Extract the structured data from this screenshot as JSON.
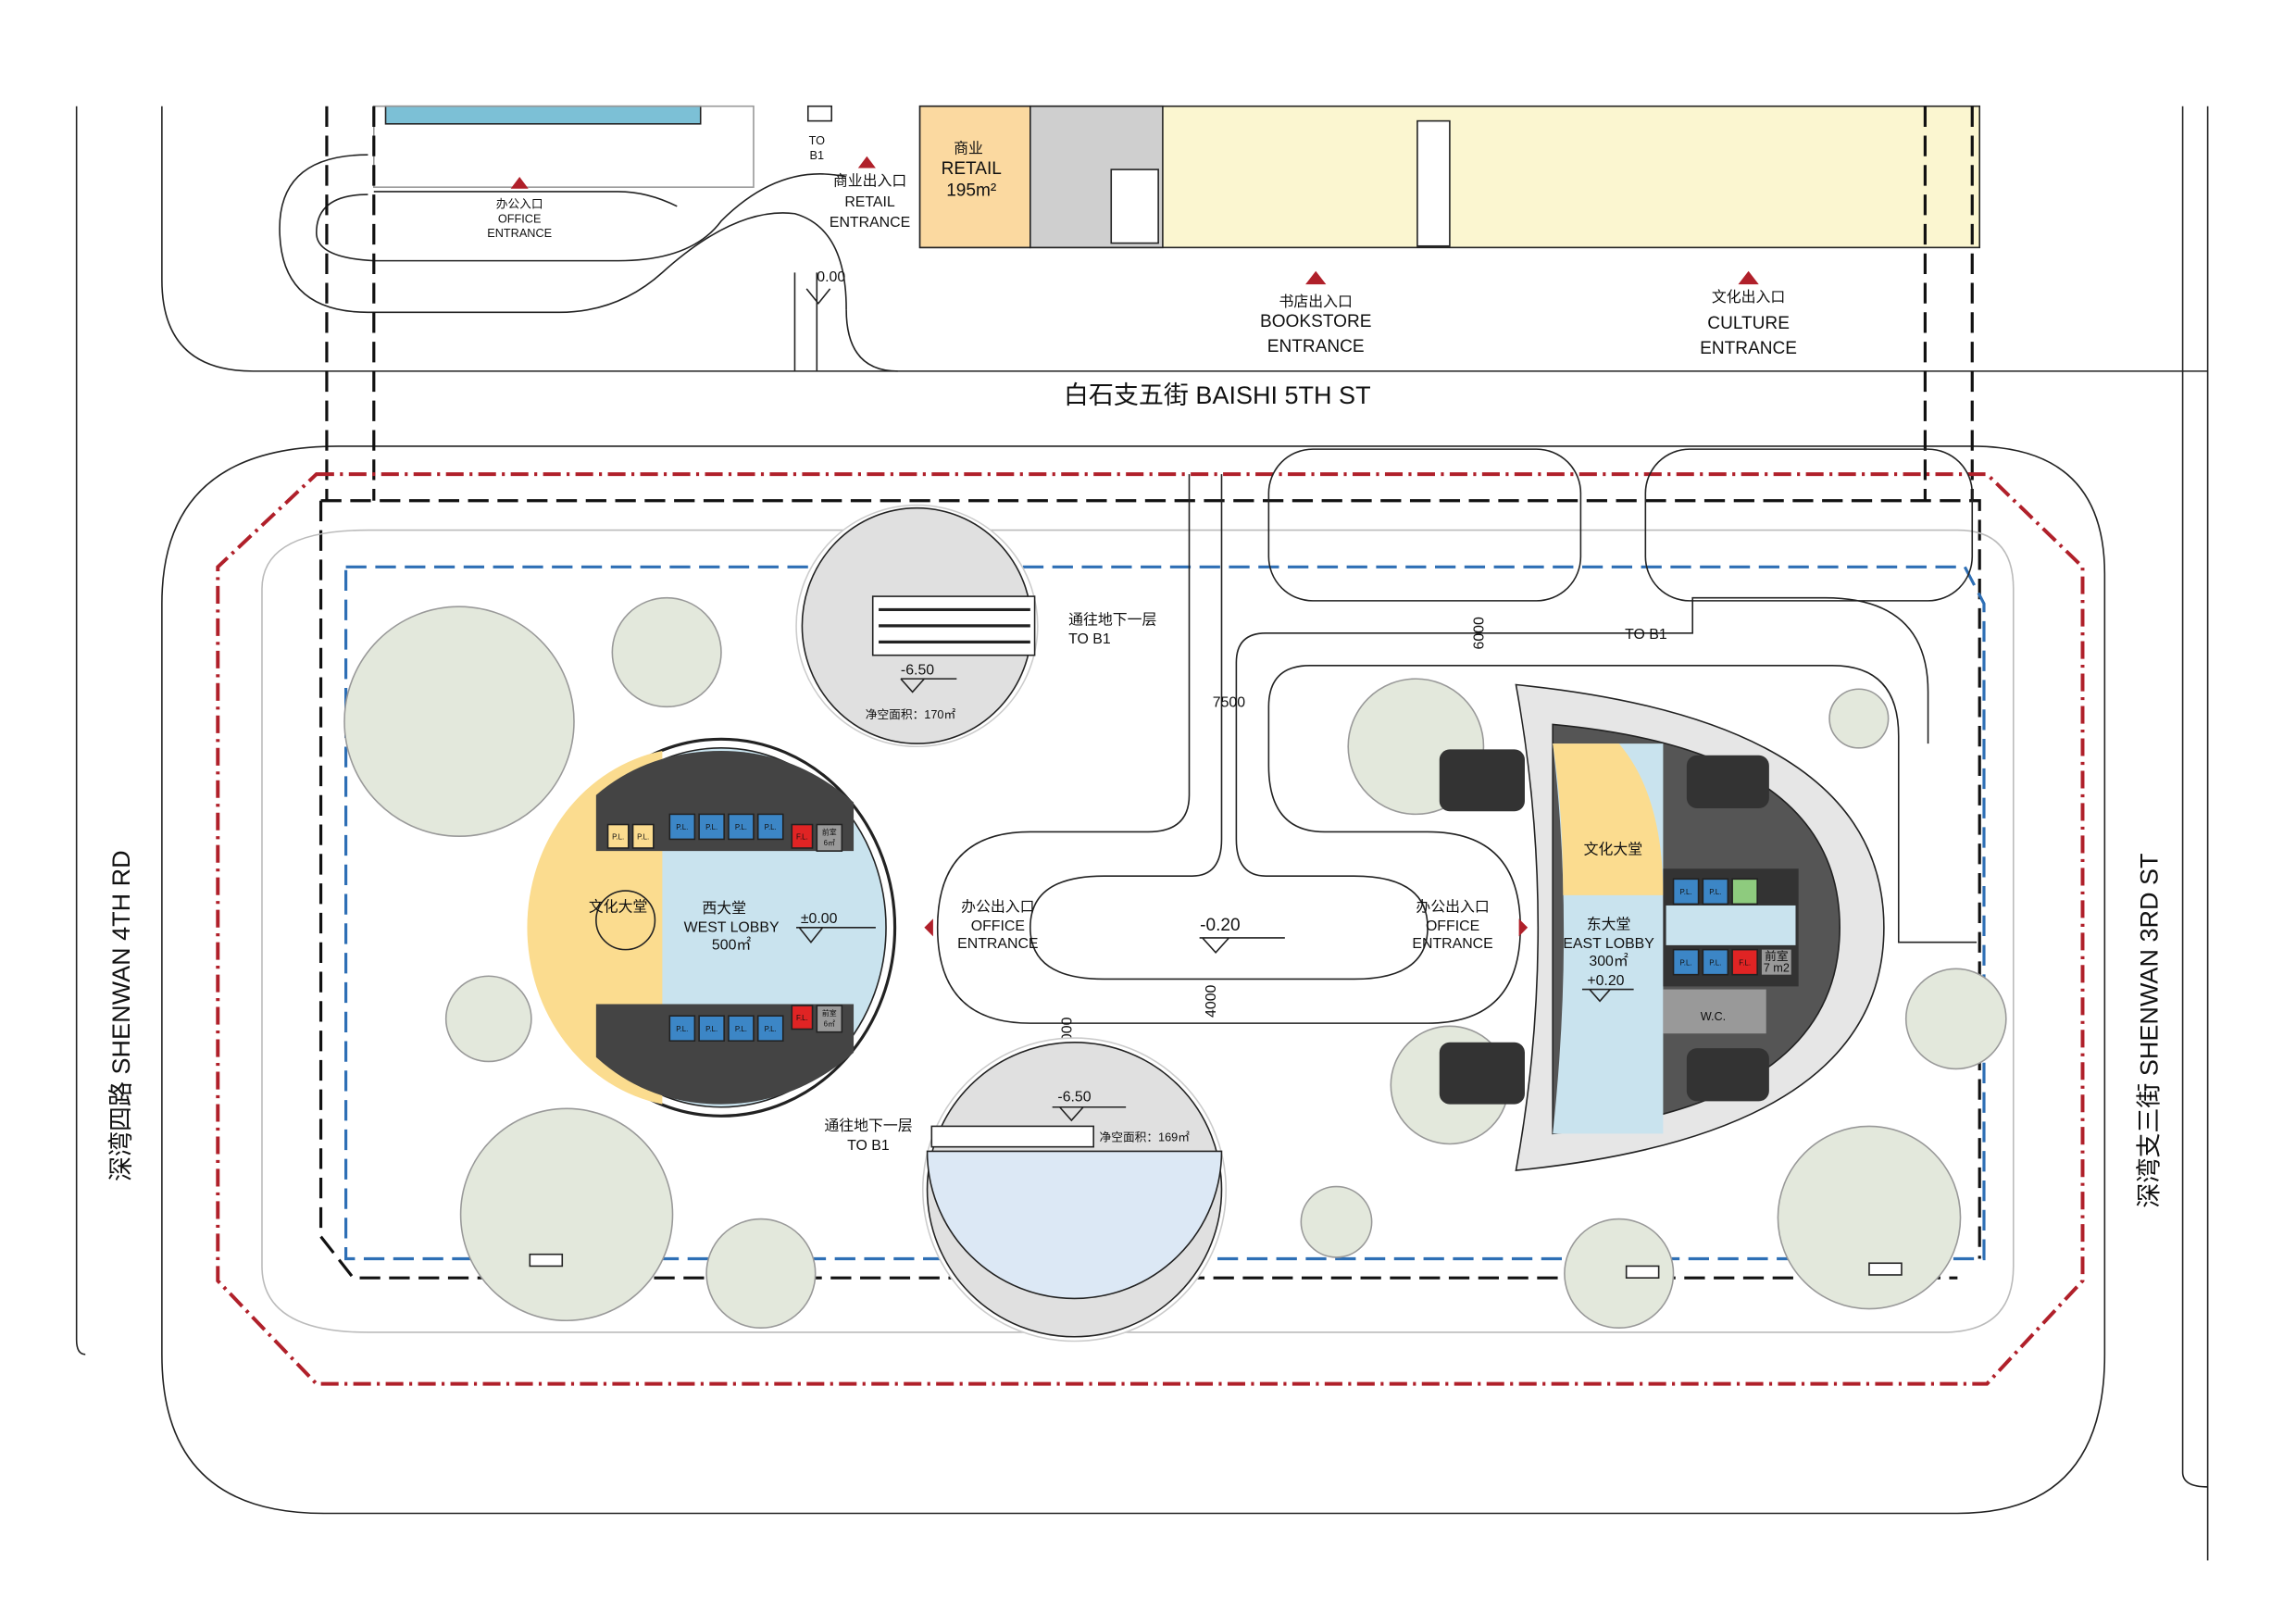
{
  "streets": {
    "north": "白石支五街 BAISHI 5TH ST",
    "west": "深湾四路 SHENWAN 4TH RD",
    "east": "深湾支三街 SHENWAN 3RD ST"
  },
  "north_block": {
    "retail_room": {
      "cn": "商业",
      "en": "RETAIL",
      "area": "195m²"
    },
    "to_b1_top": {
      "line1": "TO",
      "line2": "B1"
    },
    "office_entrance": {
      "cn": "办公入口",
      "en1": "OFFICE",
      "en2": "ENTRANCE"
    },
    "retail_entrance": {
      "cn": "商业出入口",
      "en1": "RETAIL",
      "en2": "ENTRANCE"
    },
    "bookstore_entrance": {
      "cn": "书店出入口",
      "en1": "BOOKSTORE",
      "en2": "ENTRANCE"
    },
    "culture_entrance": {
      "cn": "文化出入口",
      "en1": "CULTURE",
      "en2": "ENTRANCE"
    },
    "ramp_level": "0.00"
  },
  "site": {
    "north_court": {
      "to_b1_cn": "通往地下一层",
      "to_b1_en": "TO B1",
      "level": "-6.50",
      "area": "净空面积：170㎡"
    },
    "south_court": {
      "to_b1_cn": "通往地下一层",
      "to_b1_en": "TO B1",
      "level": "-6.50",
      "area": "净空面积：169㎡"
    },
    "ramp_to_b1": "TO B1",
    "dims": {
      "d7500": "7500",
      "d6000": "6000",
      "d4000": "4000",
      "d2000": "2000"
    },
    "drop_off_level": "-0.20",
    "office_entrance_west": {
      "cn": "办公出入口",
      "en1": "OFFICE",
      "en2": "ENTRANCE"
    },
    "office_entrance_east": {
      "cn": "办公出入口",
      "en1": "OFFICE",
      "en2": "ENTRANCE"
    }
  },
  "west_tower": {
    "lobby_cn": "西大堂",
    "lobby_en": "WEST LOBBY",
    "area": "500㎡",
    "level": "±0.00",
    "culture_lobby": "文化大堂",
    "lift_label": "P.L.",
    "fire_lift": "F.L.",
    "anteroom": "前室",
    "anteroom_area": "6㎡"
  },
  "east_tower": {
    "lobby_cn": "东大堂",
    "lobby_en": "EAST LOBBY",
    "area": "300㎡",
    "level": "+0.20",
    "culture_lobby": "文化大堂",
    "wc": "W.C.",
    "anteroom": "前室",
    "anteroom_area": "7 m2",
    "lift_label": "P.L.",
    "fire_lift": "F.L."
  },
  "colors": {
    "site_boundary": "#b0202a",
    "basement_line": "#2e6fb5",
    "retail": "#fbd9a0",
    "bookstore": "#fbf6d0",
    "lobby": "#c9e3ee",
    "culture": "#fbdc8f",
    "lift": "#3c86c6",
    "fire_lift": "#e02424",
    "tree": "#e3e8dc",
    "entrance_marker": "#b0202a"
  }
}
